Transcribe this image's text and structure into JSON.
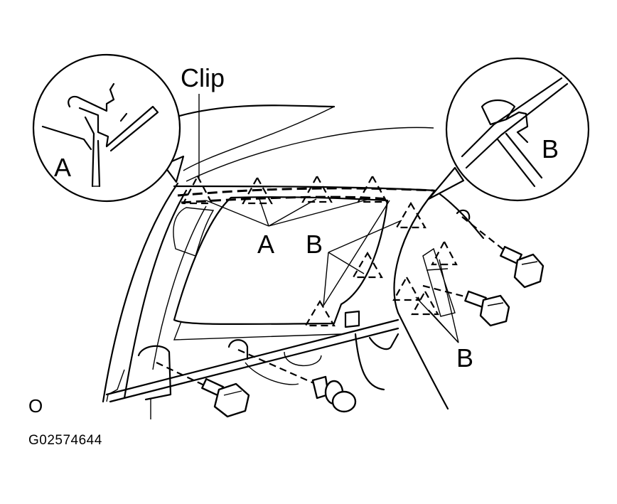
{
  "labels": {
    "clip": "Clip",
    "detail_a": "A",
    "detail_b": "B",
    "callout_a": "A",
    "callout_b_left": "B",
    "callout_b_right": "B",
    "marker": "O",
    "figure_code": "G02574644"
  },
  "markers": {
    "clip_points": 4,
    "b_points": 6
  }
}
